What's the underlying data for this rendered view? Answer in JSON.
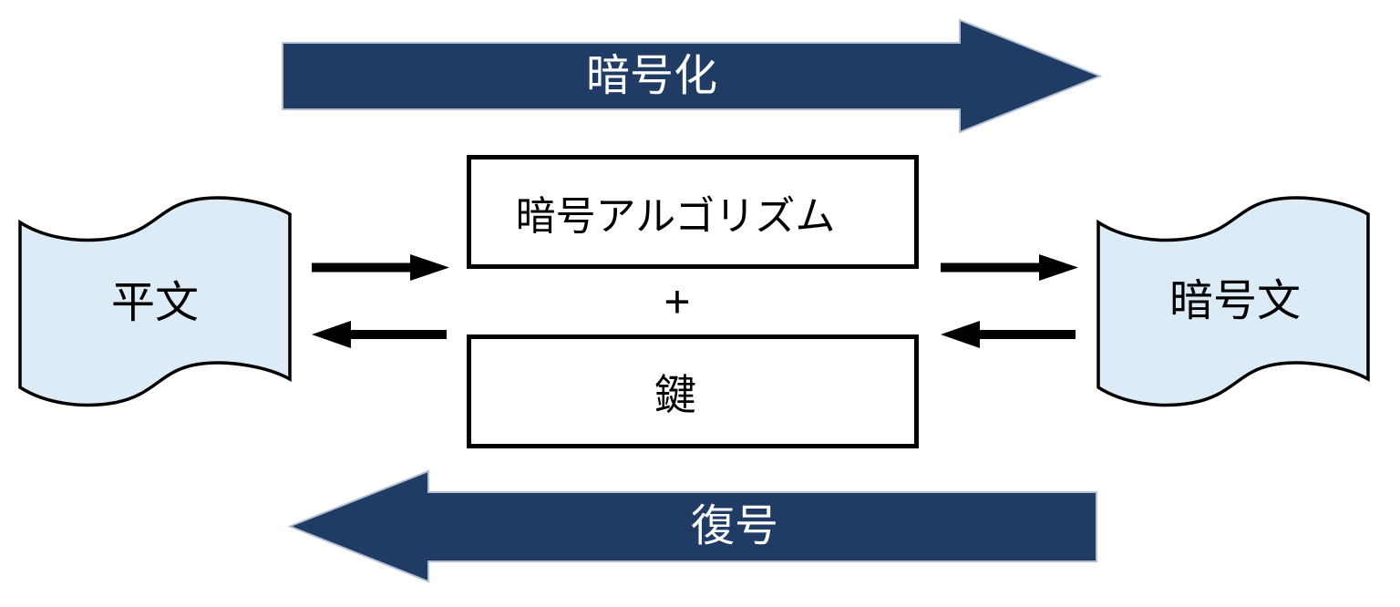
{
  "colors": {
    "navy": "#203c64",
    "navy_outline": "#b3c0d2",
    "document_fill": "#dcebf5",
    "black": "#000000",
    "white_label": "#ffffff",
    "background": "#ffffff"
  },
  "diagram": {
    "encrypt_arrow_label": "暗号化",
    "decrypt_arrow_label": "復号",
    "plaintext_label": "平文",
    "ciphertext_label": "暗号文",
    "algorithm_box_label": "暗号アルゴリズム",
    "plus_operator": "+",
    "key_box_label": "鍵"
  }
}
